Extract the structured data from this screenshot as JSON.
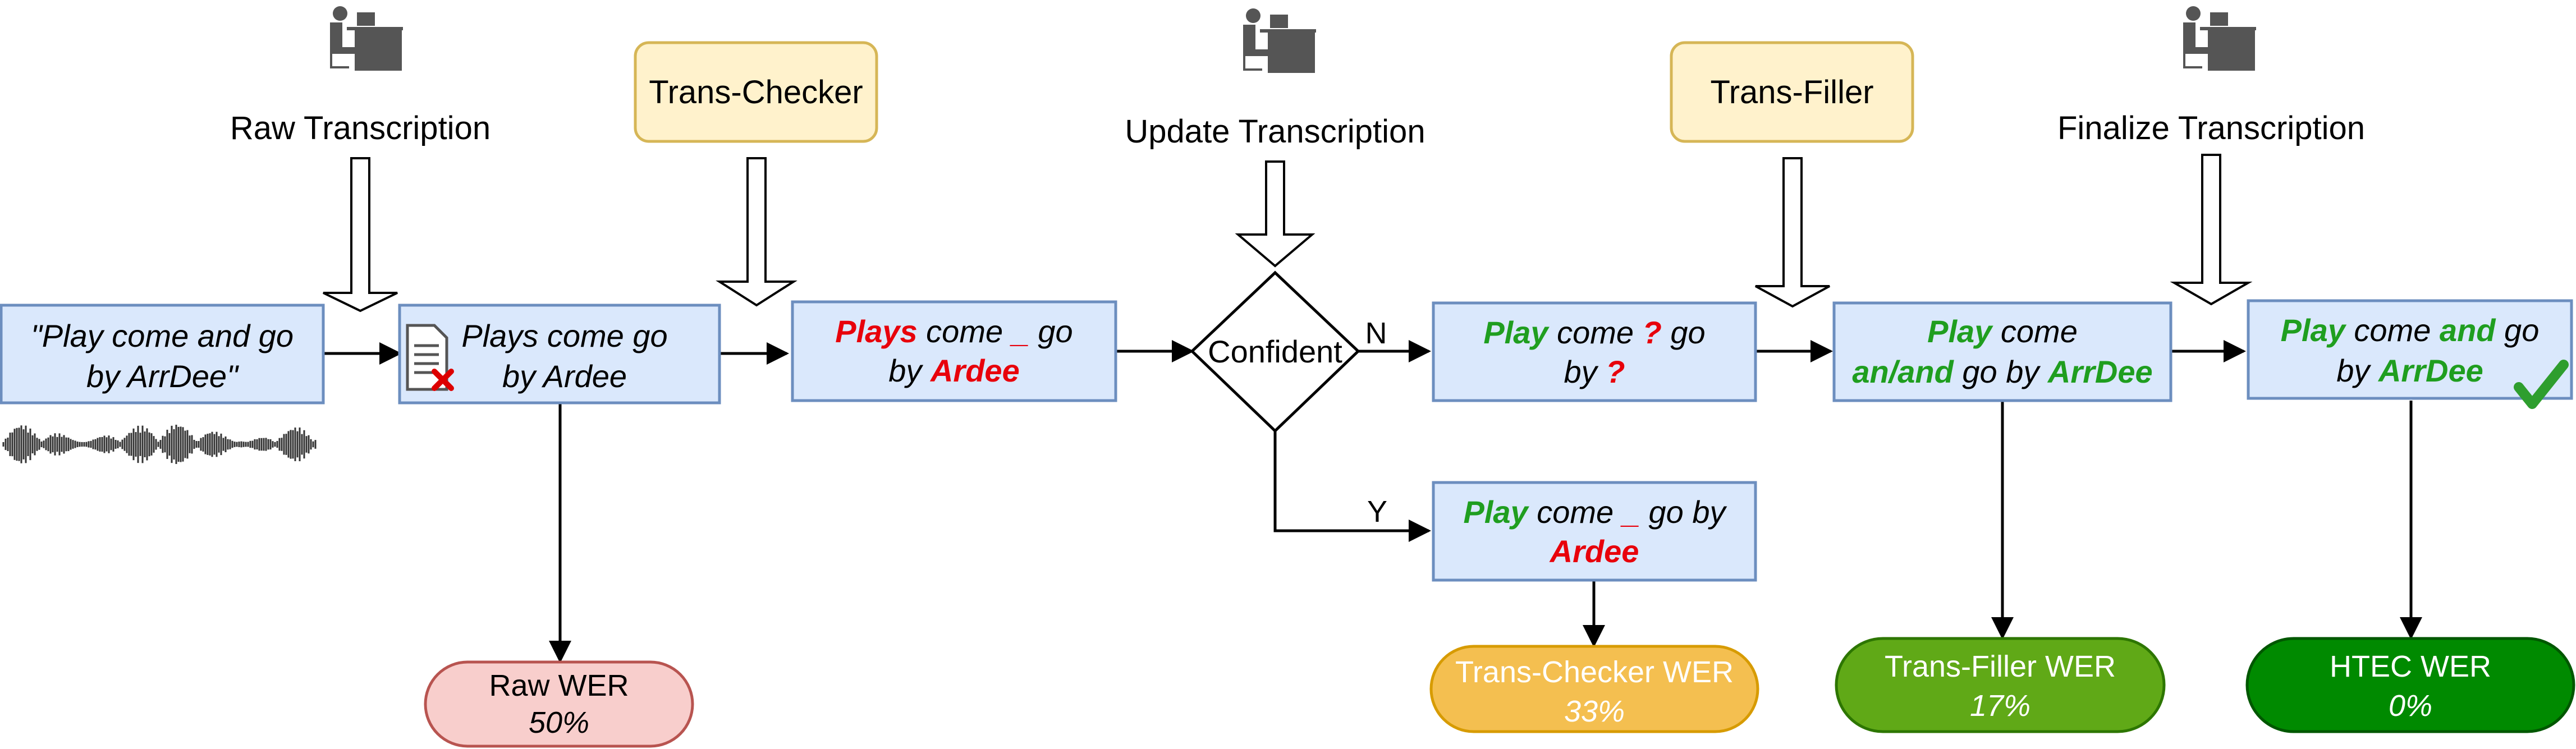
{
  "colors": {
    "box_fill": "#dae8fc",
    "box_stroke": "#6c8ebf",
    "tool_fill": "#fff2cc",
    "tool_stroke": "#d6b656",
    "wer_raw": "#f8cecc",
    "wer_checker": "#f4bf50",
    "wer_filler": "#60a917",
    "wer_htec": "#008a00",
    "red_word": "#e8000b",
    "green_word": "#1f9e1f"
  },
  "actors": {
    "raw": {
      "label": "Raw Transcription",
      "icon": "person-at-desk-icon"
    },
    "update": {
      "label": "Update Transcription",
      "icon": "person-at-desk-icon"
    },
    "finalize": {
      "label": "Finalize Transcription",
      "icon": "person-at-desk-icon"
    }
  },
  "tools": {
    "checker": "Trans-Checker",
    "filler": "Trans-Filler"
  },
  "boxes": {
    "input": {
      "line1": "\"Play come and go",
      "line2": "by ArrDee\""
    },
    "raw": {
      "line1": "Plays come go",
      "line2": "by Ardee"
    },
    "checked": {
      "w1": "Plays",
      "w2": " come ",
      "w3": "_",
      "w4": " go",
      "w5": "by ",
      "w6": "Ardee"
    },
    "no_branch": {
      "w1": "Play",
      "w2": " come ",
      "w3": "?",
      "w4": " go",
      "w5": "by ",
      "w6": "?"
    },
    "yes_branch": {
      "w1": "Play",
      "w2": " come ",
      "w3": "_",
      "w4": " go by",
      "w5": "Ardee"
    },
    "filled": {
      "w1": "Play",
      "w2": " come",
      "w3": "an/and",
      "w4": " go by ",
      "w5": "ArrDee"
    },
    "final": {
      "w1": "Play",
      "w2": " come ",
      "w3": "and",
      "w4": " go",
      "w5": "by ",
      "w6": "ArrDee"
    }
  },
  "decision": {
    "label": "Confident",
    "no": "N",
    "yes": "Y"
  },
  "wer": {
    "raw": {
      "label": "Raw WER",
      "value": "50%"
    },
    "checker": {
      "label": "Trans-Checker WER",
      "value": "33%"
    },
    "filler": {
      "label": "Trans-Filler WER",
      "value": "17%"
    },
    "htec": {
      "label": "HTEC WER",
      "value": "0%"
    }
  },
  "icons": {
    "waveform": "audio-waveform-icon",
    "document": "document-error-icon",
    "check": "checkmark-icon"
  }
}
